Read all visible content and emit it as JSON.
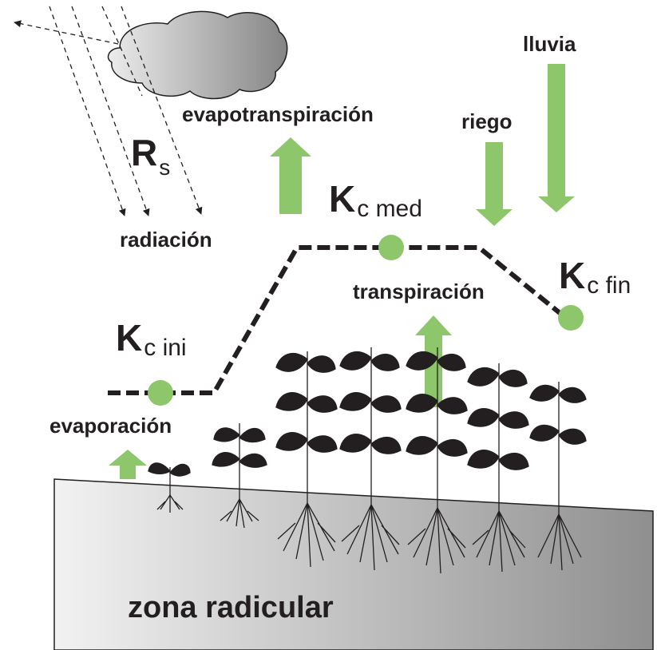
{
  "labels": {
    "radiation_symbol": "R",
    "radiation_subscript": "s",
    "radiation": "radiación",
    "evapotranspiration": "evapotranspiración",
    "rain": "lluvia",
    "irrigation": "riego",
    "transpiration": "transpiración",
    "evaporation": "evaporación",
    "root_zone": "zona radicular"
  },
  "kc_points": [
    {
      "symbol": "K",
      "subscript": "c ini"
    },
    {
      "symbol": "K",
      "subscript": "c med"
    },
    {
      "symbol": "K",
      "subscript": "c fin"
    }
  ],
  "colors": {
    "arrow_green": "#8dc66b",
    "point_green": "#8dc66b",
    "ink": "#231f20",
    "cloud_light": "#e4e4e4",
    "cloud_dark": "#8a8a8a",
    "soil_light": "#f2f2f2",
    "soil_dark": "#8f8f8f"
  }
}
